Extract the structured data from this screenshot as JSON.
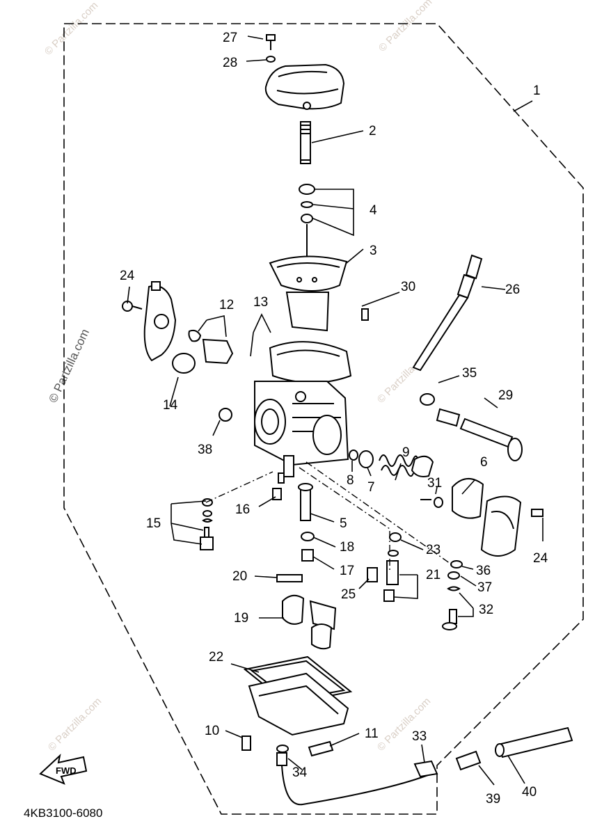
{
  "diagram": {
    "drawing_code": "4KB3100-6080",
    "fwd_label": "FWD",
    "watermark": "© Partzilla.com",
    "callouts": {
      "c1": "1",
      "c2": "2",
      "c3": "3",
      "c4": "4",
      "c5": "5",
      "c6": "6",
      "c7": "7",
      "c8": "8",
      "c9": "9",
      "c10": "10",
      "c11": "11",
      "c12": "12",
      "c13": "13",
      "c14": "14",
      "c15": "15",
      "c16": "16",
      "c17": "17",
      "c18": "18",
      "c19": "19",
      "c20": "20",
      "c21": "21",
      "c22": "22",
      "c23": "23",
      "c24a": "24",
      "c24b": "24",
      "c25": "25",
      "c26": "26",
      "c27": "27",
      "c28": "28",
      "c29": "29",
      "c30": "30",
      "c31": "31",
      "c32": "32",
      "c33": "33",
      "c34": "34",
      "c35": "35",
      "c36": "36",
      "c37": "37",
      "c38": "38",
      "c39": "39",
      "c40": "40"
    }
  }
}
